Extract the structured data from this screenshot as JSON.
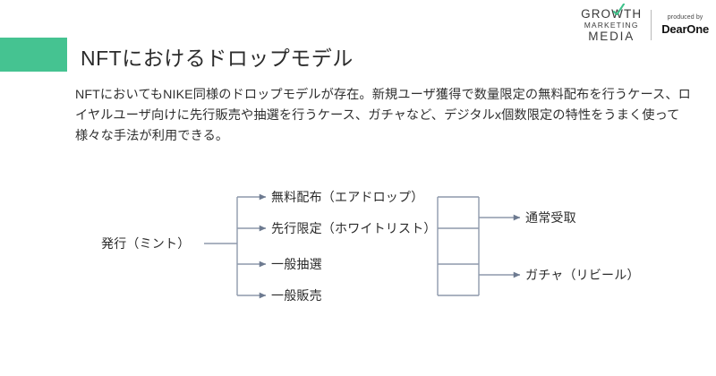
{
  "header": {
    "brand": {
      "line1": "GROWTH",
      "line2": "MARKETING",
      "line3": "MEDIA",
      "accent_icon": "green-check-swoosh-icon",
      "accent_color": "#3ec28a"
    },
    "partner": {
      "produced_by": "produced by",
      "name": "DearOne"
    }
  },
  "slide": {
    "accent_color": "#45c391",
    "title": "NFTにおけるドロップモデル",
    "body": "NFTにおいてもNIKE同様のドロップモデルが存在。新規ユーザ獲得で数量限定の無料配布を行うケース、ロイヤルユーザ向けに先行販売や抽選を行うケース、ガチャなど、デジタルx個数限定の特性をうまく使って様々な手法が利用できる。"
  },
  "diagram": {
    "line_color": "#8e99ac",
    "root": {
      "label": "発行（ミント）"
    },
    "branches": [
      {
        "label": "無料配布（エアドロップ）"
      },
      {
        "label": "先行限定（ホワイトリスト）"
      },
      {
        "label": "一般抽選"
      },
      {
        "label": "一般販売"
      }
    ],
    "outputs": [
      {
        "label": "通常受取"
      },
      {
        "label": "ガチャ（リビール）"
      }
    ]
  }
}
